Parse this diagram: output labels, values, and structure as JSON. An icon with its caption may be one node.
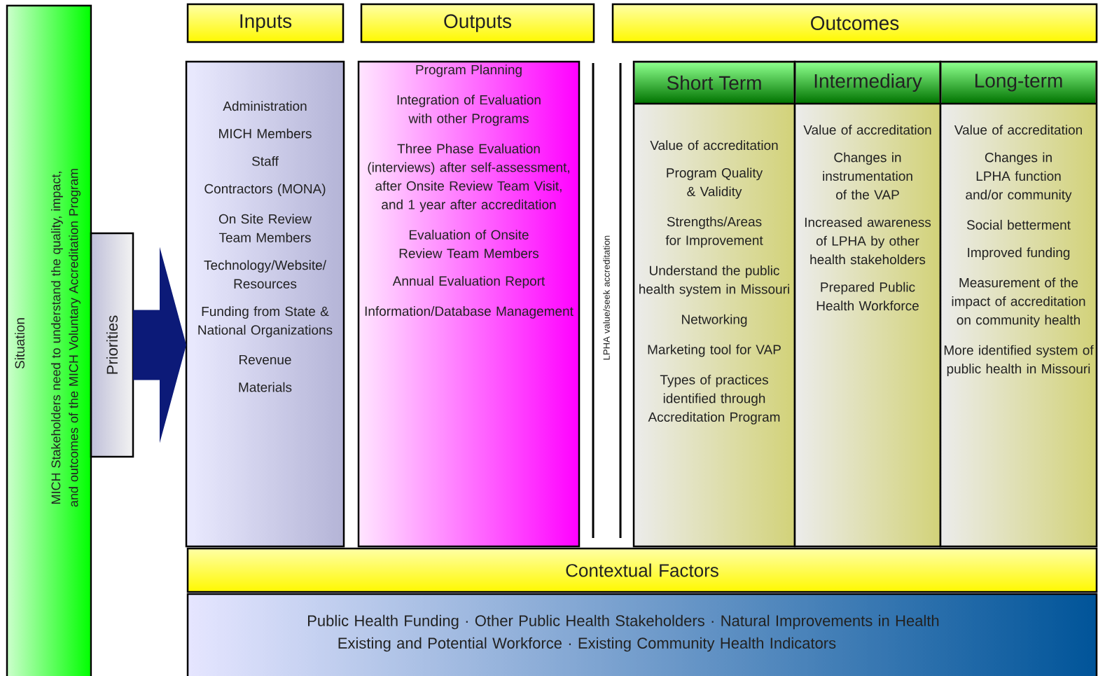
{
  "diagram": {
    "nodes": [
      {
        "text": [
          "Situation",
          "MICH Stakeholders need to understand the quality, impact, and outcomes of the MICH Voluntary Accreditation Program"
        ]
      },
      {
        "text": [
          "Priorities"
        ]
      },
      {
        "text": [
          "Inputs"
        ]
      },
      {
        "text": [
          "Outputs"
        ]
      },
      {
        "text": [
          "Outcomes"
        ]
      },
      {
        "text": [
          "Administration",
          "MICH Members",
          "Staff",
          "Contractors (MONA)",
          "On Site Review Team Members",
          "Technology/Website/ Resources",
          "Funding from State & National Organizations",
          "Revenue",
          "Materials"
        ]
      },
      {
        "text": [
          "Program Planning",
          "Integration of Evaluation with other Programs",
          "Three Phase Evaluation (interviews) after self-assessment, after Onsite Review Team Visit, and 1 year after accreditation",
          "Evaluation of Onsite Review Team Members",
          "Annual Evaluation Report",
          "Information/Database Management"
        ]
      },
      {
        "text": [
          "LPHA value/seek accreditation"
        ]
      },
      {
        "text": [
          "Short Term",
          "Value of accreditation",
          "Program Quality & Validity",
          "Strengths/Areas for Improvement",
          "Understand the public health system in Missouri",
          "Networking",
          "Marketing tool for VAP",
          "Types of practices identified through Accreditation Program"
        ]
      },
      {
        "text": [
          "Intermediary",
          "Value of accreditation",
          "Changes in instrumentation of the VAP",
          "Increased awareness of LPHA by other health stakeholders",
          "Prepared Public Health Workforce"
        ]
      },
      {
        "text": [
          "Long-term",
          "Value of accreditation",
          "Changes in LPHA function and/or community",
          "Social betterment",
          "Improved funding",
          "Measurement of the impact of accreditation on community health",
          "More identified system of public health in Missouri"
        ]
      },
      {
        "text": [
          "Contextual Factors"
        ]
      },
      {
        "text": [
          "Public Health Funding · Other Public Health Stakeholders · Natural Improvements in Health",
          "Existing and Potential Workforce · Existing Community Health Indicators"
        ]
      }
    ],
    "edges": [
      {
        "from": 1,
        "to": 5,
        "arrow": "to"
      }
    ]
  }
}
